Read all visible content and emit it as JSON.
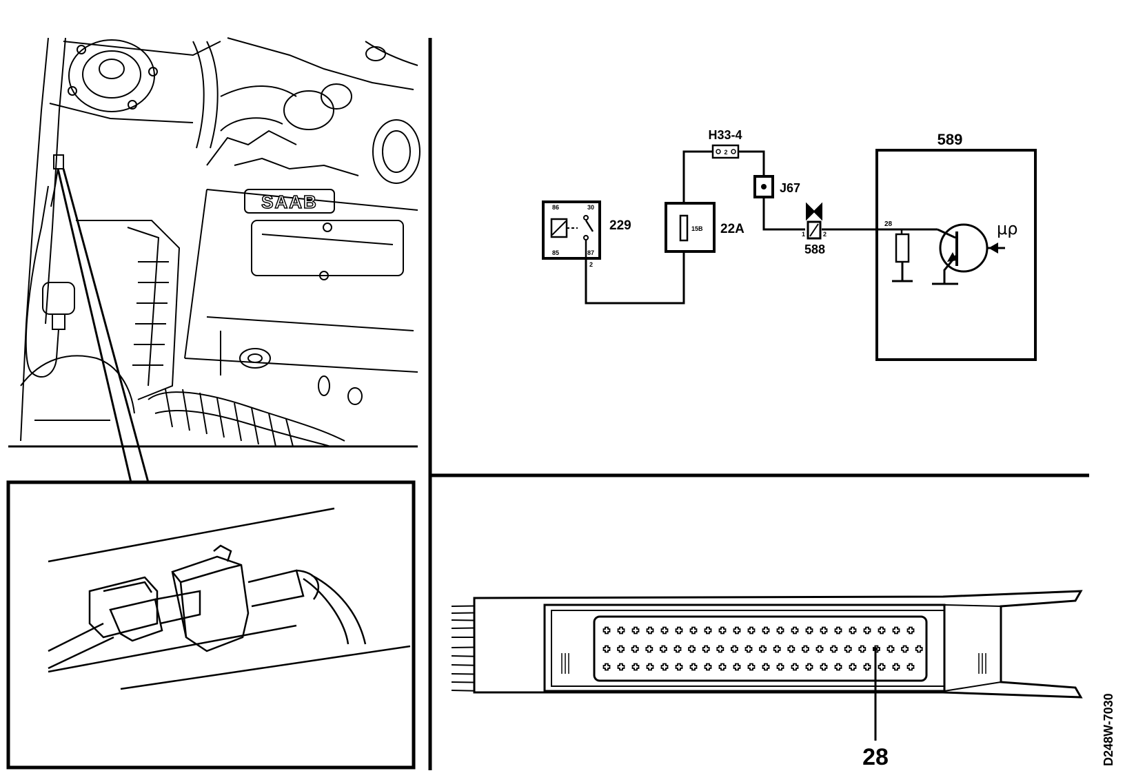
{
  "wiring": {
    "components": {
      "relay": "229",
      "fuse": "22A",
      "fuse_rating": "15B",
      "connector_h": "H33-4",
      "connector_h_pins": "2",
      "junction": "J67",
      "sensor": "588",
      "ecu": "589",
      "ecu_pin": "28",
      "ecu_signal": "μρ"
    },
    "relay_terminals": [
      "86",
      "30",
      "85",
      "87"
    ],
    "relay_out_pin": "2",
    "sensor_pins": [
      "1",
      "2"
    ]
  },
  "connector_callout": "28",
  "engine_brand": "SAAB",
  "figure_code": "D248W-7030"
}
